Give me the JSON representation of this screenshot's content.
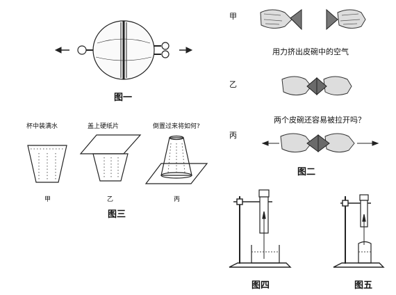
{
  "figure1": {
    "caption": "图一"
  },
  "figure2": {
    "caption": "图二",
    "row_jia": "甲",
    "row_yi": "乙",
    "row_bing": "丙",
    "text_squeeze": "用力挤出皮碗中的空气",
    "text_question": "两个皮碗还容易被拉开吗？"
  },
  "figure3": {
    "caption": "图三",
    "step1": "杯中装满水",
    "step2": "盖上硬纸片",
    "step3": "倒置过来将如何?",
    "label1": "甲",
    "label2": "乙",
    "label3": "丙"
  },
  "figure4": {
    "caption": "图四"
  },
  "figure5": {
    "caption": "图五"
  }
}
